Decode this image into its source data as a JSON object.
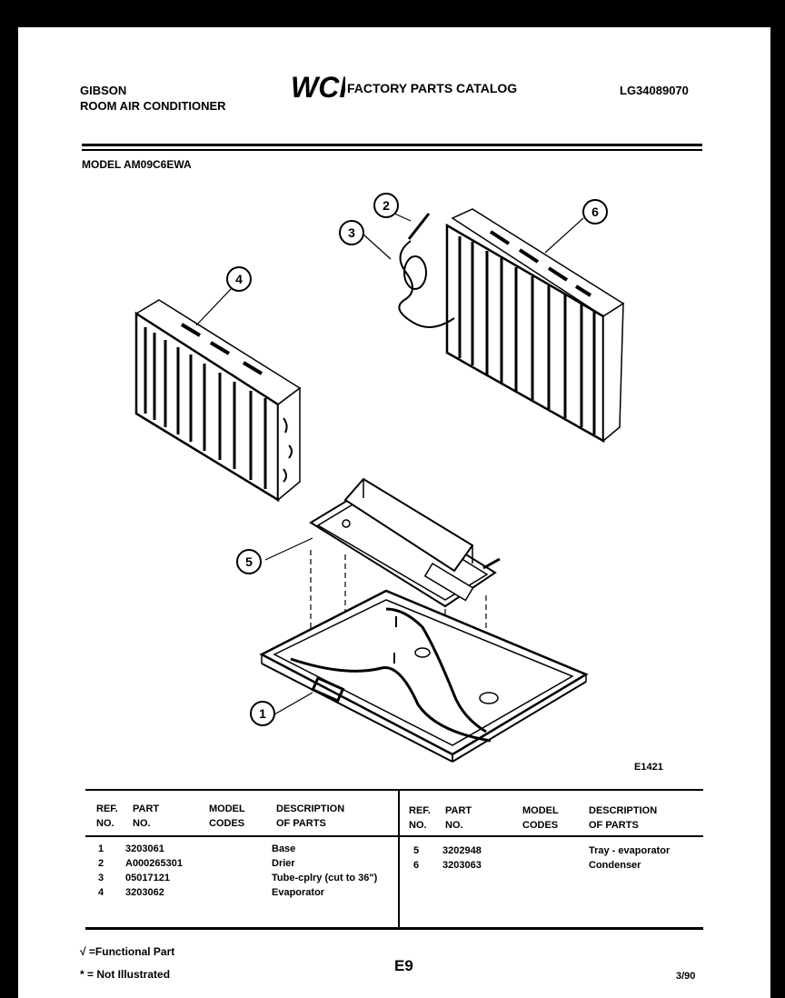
{
  "header": {
    "brand": "GIBSON",
    "product": "ROOM AIR CONDITIONER",
    "logo_text": "WCI",
    "catalog_title": "FACTORY PARTS CATALOG",
    "catalog_code": "LG34089070",
    "model": "MODEL AM09C6EWA"
  },
  "diagram": {
    "figure_code": "E1421",
    "callouts": [
      "1",
      "2",
      "3",
      "4",
      "5",
      "6"
    ]
  },
  "table": {
    "headers": {
      "ref_l1": "REF.",
      "ref_l2": "NO.",
      "part_l1": "PART",
      "part_l2": "NO.",
      "model_l1": "MODEL",
      "model_l2": "CODES",
      "desc_l1": "DESCRIPTION",
      "desc_l2": "OF PARTS"
    },
    "left_rows": [
      {
        "ref": "1",
        "part": "3203061",
        "desc": "Base"
      },
      {
        "ref": "2",
        "part": "A000265301",
        "desc": "Drier"
      },
      {
        "ref": "3",
        "part": "05017121",
        "desc": "Tube-cplry (cut to 36\")"
      },
      {
        "ref": "4",
        "part": "3203062",
        "desc": "Evaporator"
      }
    ],
    "right_rows": [
      {
        "ref": "5",
        "part": "3202948",
        "desc": "Tray - evaporator"
      },
      {
        "ref": "6",
        "part": "3203063",
        "desc": "Condenser"
      }
    ]
  },
  "footer": {
    "functional": "√ =Functional Part",
    "not_illustrated": "* = Not Illustrated",
    "page": "E9",
    "date": "3/90"
  }
}
